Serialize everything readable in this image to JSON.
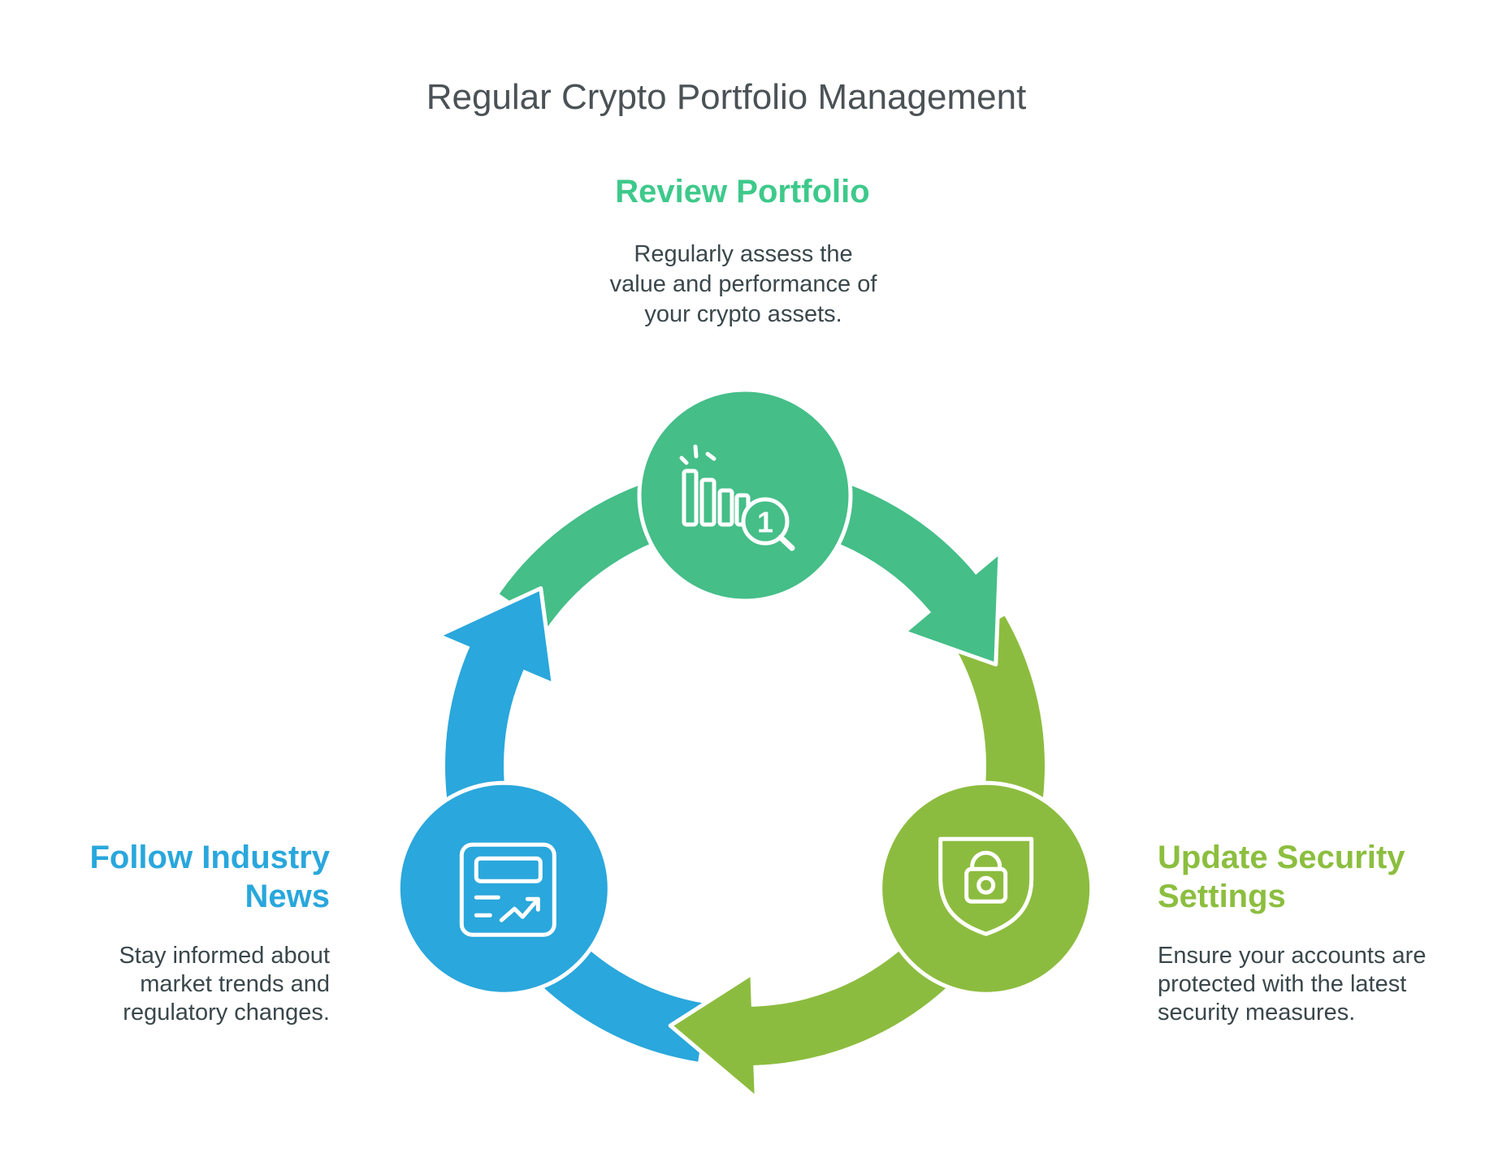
{
  "title": "Regular Crypto Portfolio Management",
  "cycle": {
    "direction": "clockwise",
    "steps": [
      {
        "position": "top",
        "label": "Review Portfolio",
        "description": "Regularly assess the value and performance of your crypto assets.",
        "badge": "1",
        "icon": "bar-chart-magnifier-icon"
      },
      {
        "position": "right",
        "label": "Update Security Settings",
        "description": "Ensure your accounts are protected with the latest security measures.",
        "icon": "shield-lock-icon"
      },
      {
        "position": "left",
        "label": "Follow Industry News",
        "description": "Stay informed about market trends and regulatory changes.",
        "icon": "news-document-icon"
      }
    ]
  },
  "colors": {
    "green": "#45BE88",
    "green-text": "#3EC98B",
    "olive": "#8CBC3F",
    "olive-text": "#8CBE3F",
    "blue": "#2AA7DC",
    "blue-text": "#29A7DC",
    "body-text": "#3A474B",
    "title-text": "#4B5256",
    "background": "#FFFFFF"
  }
}
